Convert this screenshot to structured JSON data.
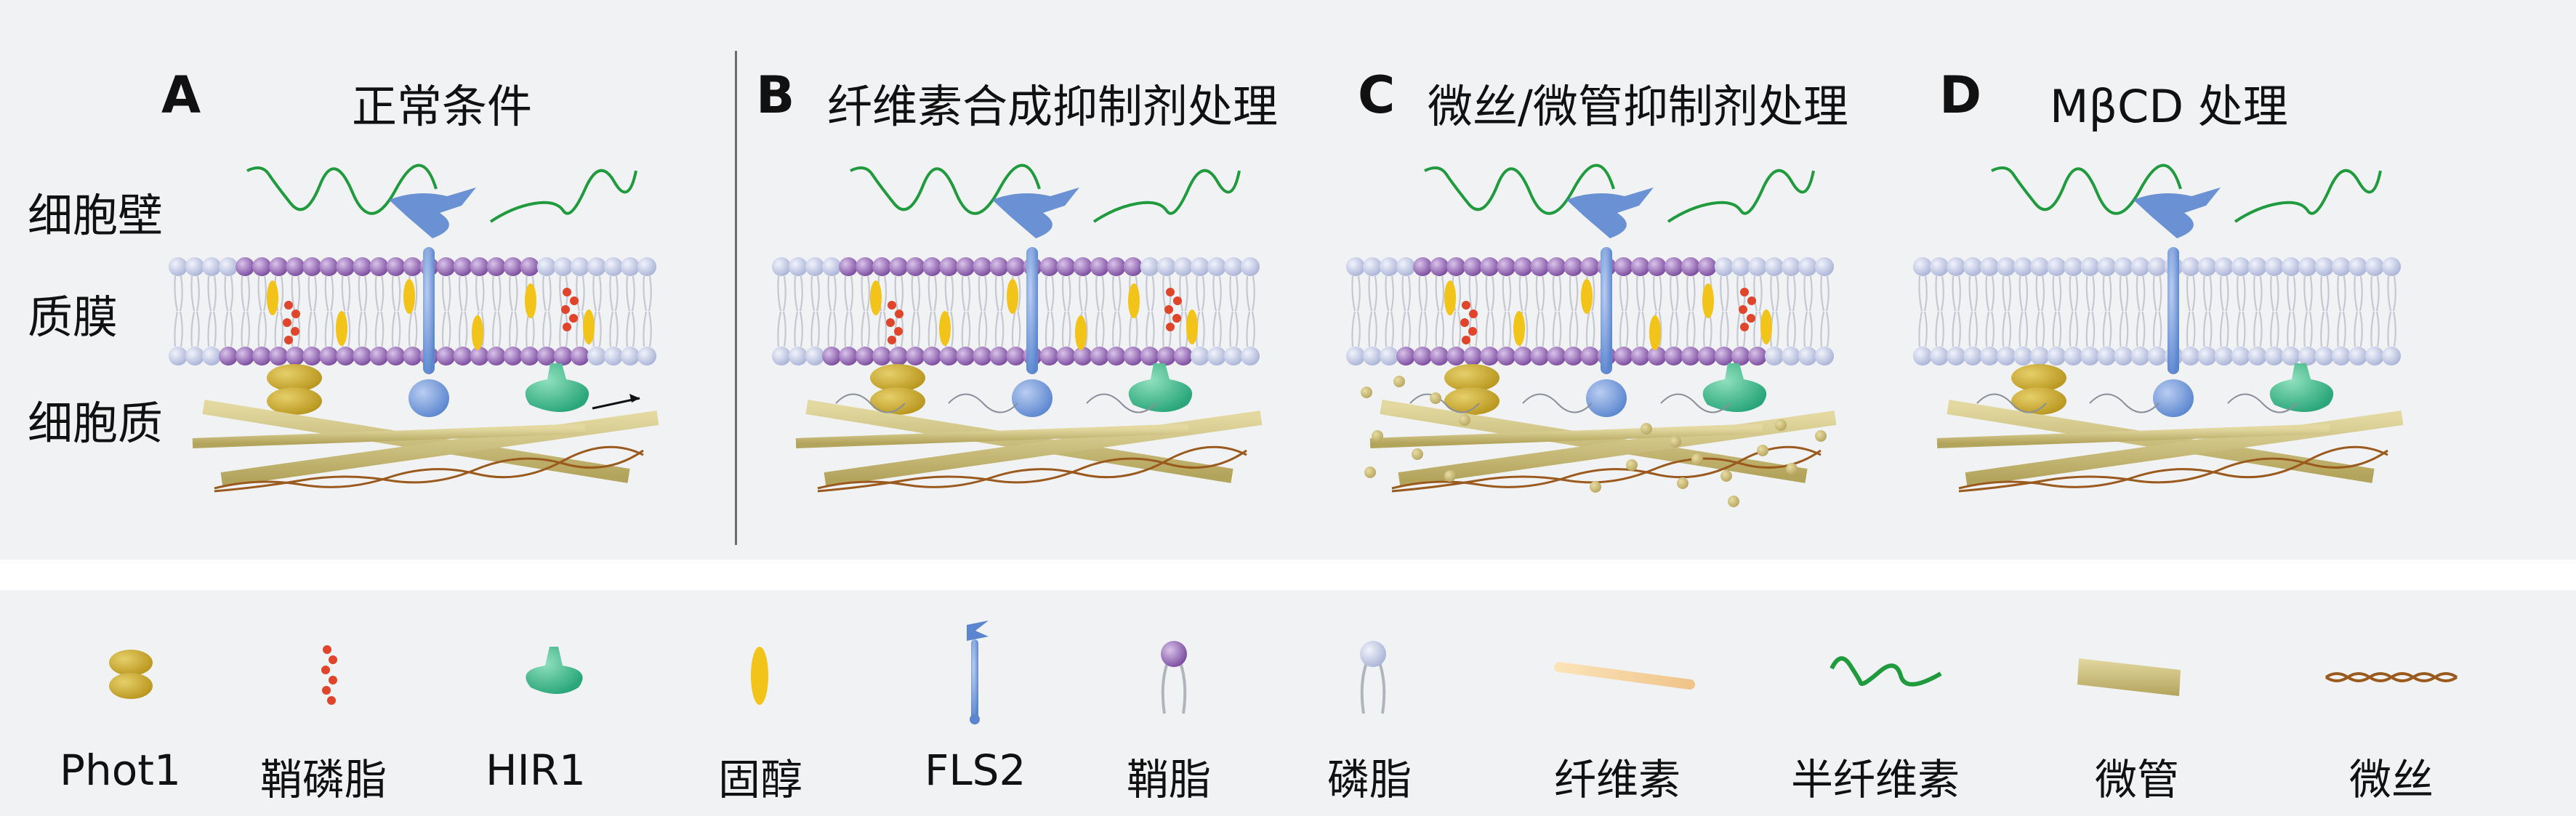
{
  "panels": [
    {
      "letter": "A",
      "title": "正常条件"
    },
    {
      "letter": "B",
      "title": "纤维素合成抑制剂处理"
    },
    {
      "letter": "C",
      "title": "微丝/微管抑制剂处理"
    },
    {
      "letter": "D",
      "title": "MβCD 处理"
    }
  ],
  "row_labels": {
    "cell_wall": "细胞壁",
    "plasma_membrane": "质膜",
    "cytoplasm": "细胞质"
  },
  "legend": [
    {
      "icon": "phot1-icon",
      "label": "Phot1"
    },
    {
      "icon": "sphingophospholipid-icon",
      "label": "鞘磷脂"
    },
    {
      "icon": "hir1-icon",
      "label": "HIR1"
    },
    {
      "icon": "sterol-icon",
      "label": "固醇"
    },
    {
      "icon": "fls2-icon",
      "label": "FLS2"
    },
    {
      "icon": "sphingolipid-icon",
      "label": "鞘脂"
    },
    {
      "icon": "phospholipid-icon",
      "label": "磷脂"
    },
    {
      "icon": "cellulose-icon",
      "label": "纤维素"
    },
    {
      "icon": "hemicellulose-icon",
      "label": "半纤维素"
    },
    {
      "icon": "microtubule-icon",
      "label": "微管"
    },
    {
      "icon": "microfilament-icon",
      "label": "微丝"
    }
  ],
  "colors": {
    "phot1": "#b8961e",
    "sphingomyelin": "#e0452b",
    "hir1": "#2aa67a",
    "sterol": "#f2c318",
    "fls2": "#5b86cf",
    "sphingolipid_head": "#7a4a9e",
    "phospholipid_head": "#a9b3d6",
    "cellulose": "#f0c48a",
    "hemicellulose": "#1f9a3c",
    "microtubule": "#cbbf7a",
    "microfilament": "#9a5a1e"
  }
}
